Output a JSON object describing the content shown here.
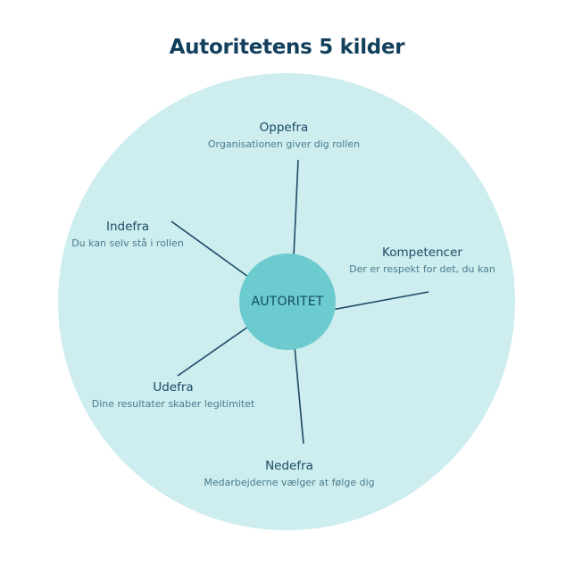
{
  "title": "Autoritetens 5 kilder",
  "center": {
    "label": "AUTORITET"
  },
  "colors": {
    "title": "#123f5c",
    "outer_circle": "#cdedef",
    "inner_circle": "#6ccbce",
    "connector_lines": "#1d4a66",
    "heading_text": "#1d4a66",
    "sub_text": "#4b7c8e"
  },
  "sources": [
    {
      "id": "oppefra",
      "heading": "Oppefra",
      "description": "Organisationen giver dig rollen"
    },
    {
      "id": "kompetencer",
      "heading": "Kompetencer",
      "description": "Der er respekt for det, du kan"
    },
    {
      "id": "nedefra",
      "heading": "Nedefra",
      "description": "Medarbejderne vælger at følge dig"
    },
    {
      "id": "udefra",
      "heading": "Udefra",
      "description": "Dine resultater skaber legitimitet"
    },
    {
      "id": "indefra",
      "heading": "Indefra",
      "description": "Du kan selv stå i rollen"
    }
  ]
}
